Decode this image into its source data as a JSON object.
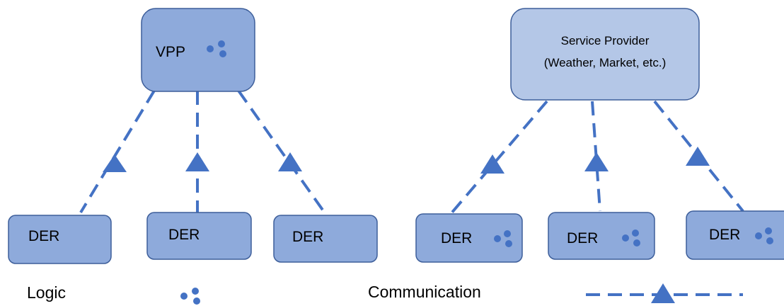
{
  "vpp_label": "VPP",
  "service_provider": {
    "line1": "Service Provider",
    "line2": "(Weather, Market, etc.)"
  },
  "left_der_labels": [
    "DER",
    "DER",
    "DER"
  ],
  "right_der_labels": [
    "DER",
    "DER",
    "DER"
  ],
  "legend": {
    "logic_label": "Logic",
    "communication_label": "Communication"
  },
  "colors": {
    "node_dark": "#8eaadb",
    "node_light": "#b4c7e7",
    "link": "#4472c4"
  }
}
